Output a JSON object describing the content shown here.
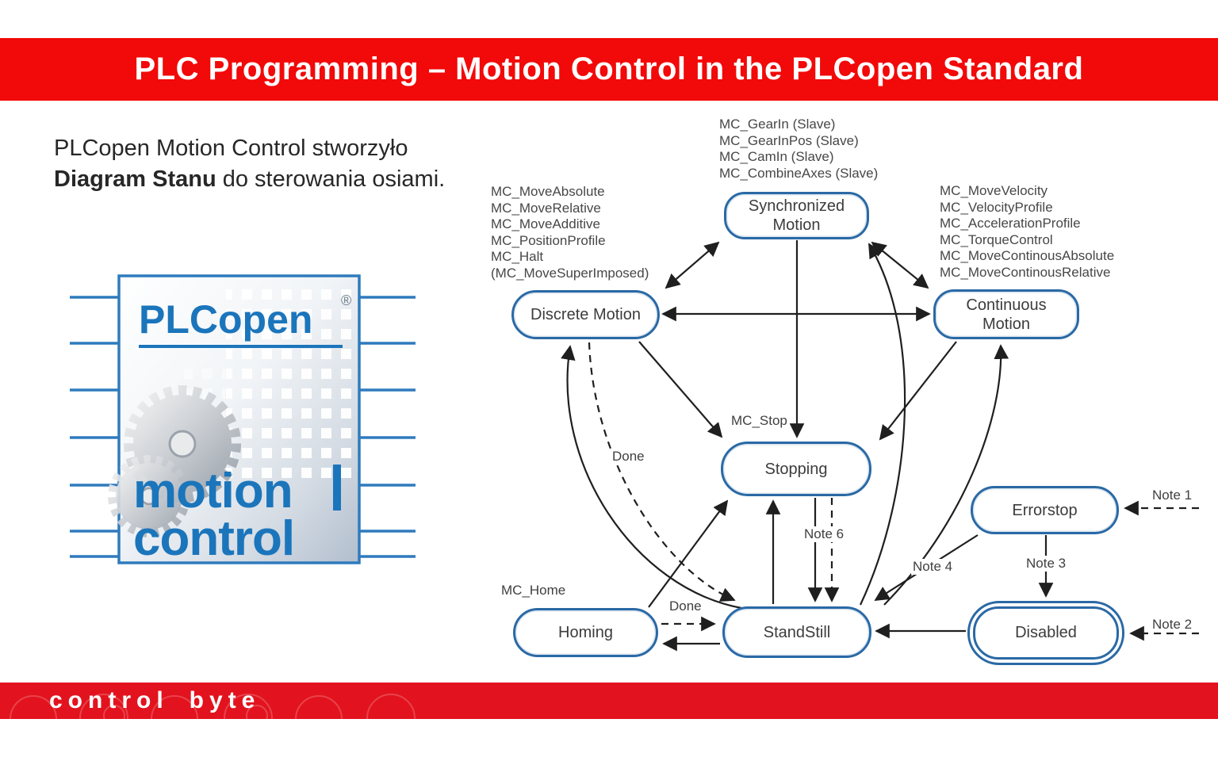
{
  "colors": {
    "banner_red": "#f20909",
    "footer_red": "#e2131e",
    "logo_blue": "#1b75bb",
    "node_border_blue": "#2a69a5"
  },
  "header": {
    "title": "PLC Programming – Motion Control in the PLCopen Standard"
  },
  "intro": {
    "line1": "PLCopen Motion Control stworzyło",
    "line2_bold": "Diagram Stanu",
    "line2_rest": "do sterowania osiami."
  },
  "logo": {
    "brand": "PLCopen",
    "registered": "®",
    "word1": "motion",
    "word2": "control"
  },
  "diagram": {
    "functions": {
      "discrete": [
        "MC_MoveAbsolute",
        "MC_MoveRelative",
        "MC_MoveAdditive",
        "MC_PositionProfile",
        "MC_Halt",
        "(MC_MoveSuperImposed)"
      ],
      "synchronized": [
        "MC_GearIn (Slave)",
        "MC_GearInPos (Slave)",
        "MC_CamIn (Slave)",
        "MC_CombineAxes (Slave)"
      ],
      "continuous": [
        "MC_MoveVelocity",
        "MC_VelocityProfile",
        "MC_AccelerationProfile",
        "MC_TorqueControl",
        "MC_MoveContinousAbsolute",
        "MC_MoveContinousRelative"
      ]
    },
    "nodes": {
      "synchronized": {
        "line1": "Synchronized",
        "line2": "Motion"
      },
      "discrete": {
        "line1": "Discrete Motion"
      },
      "continuous": {
        "line1": "Continuous",
        "line2": "Motion"
      },
      "stopping": {
        "line1": "Stopping"
      },
      "errorstop": {
        "line1": "Errorstop"
      },
      "homing": {
        "line1": "Homing"
      },
      "standstill": {
        "line1": "StandStill"
      },
      "disabled": {
        "line1": "Disabled"
      }
    },
    "labels": {
      "mc_stop": "MC_Stop",
      "mc_home": "MC_Home",
      "done_discrete": "Done",
      "done_homing": "Done",
      "note1": "Note 1",
      "note2": "Note 2",
      "note3": "Note 3",
      "note4": "Note 4",
      "note6": "Note 6"
    }
  },
  "footer": {
    "word1": "control",
    "word2": "byte"
  }
}
